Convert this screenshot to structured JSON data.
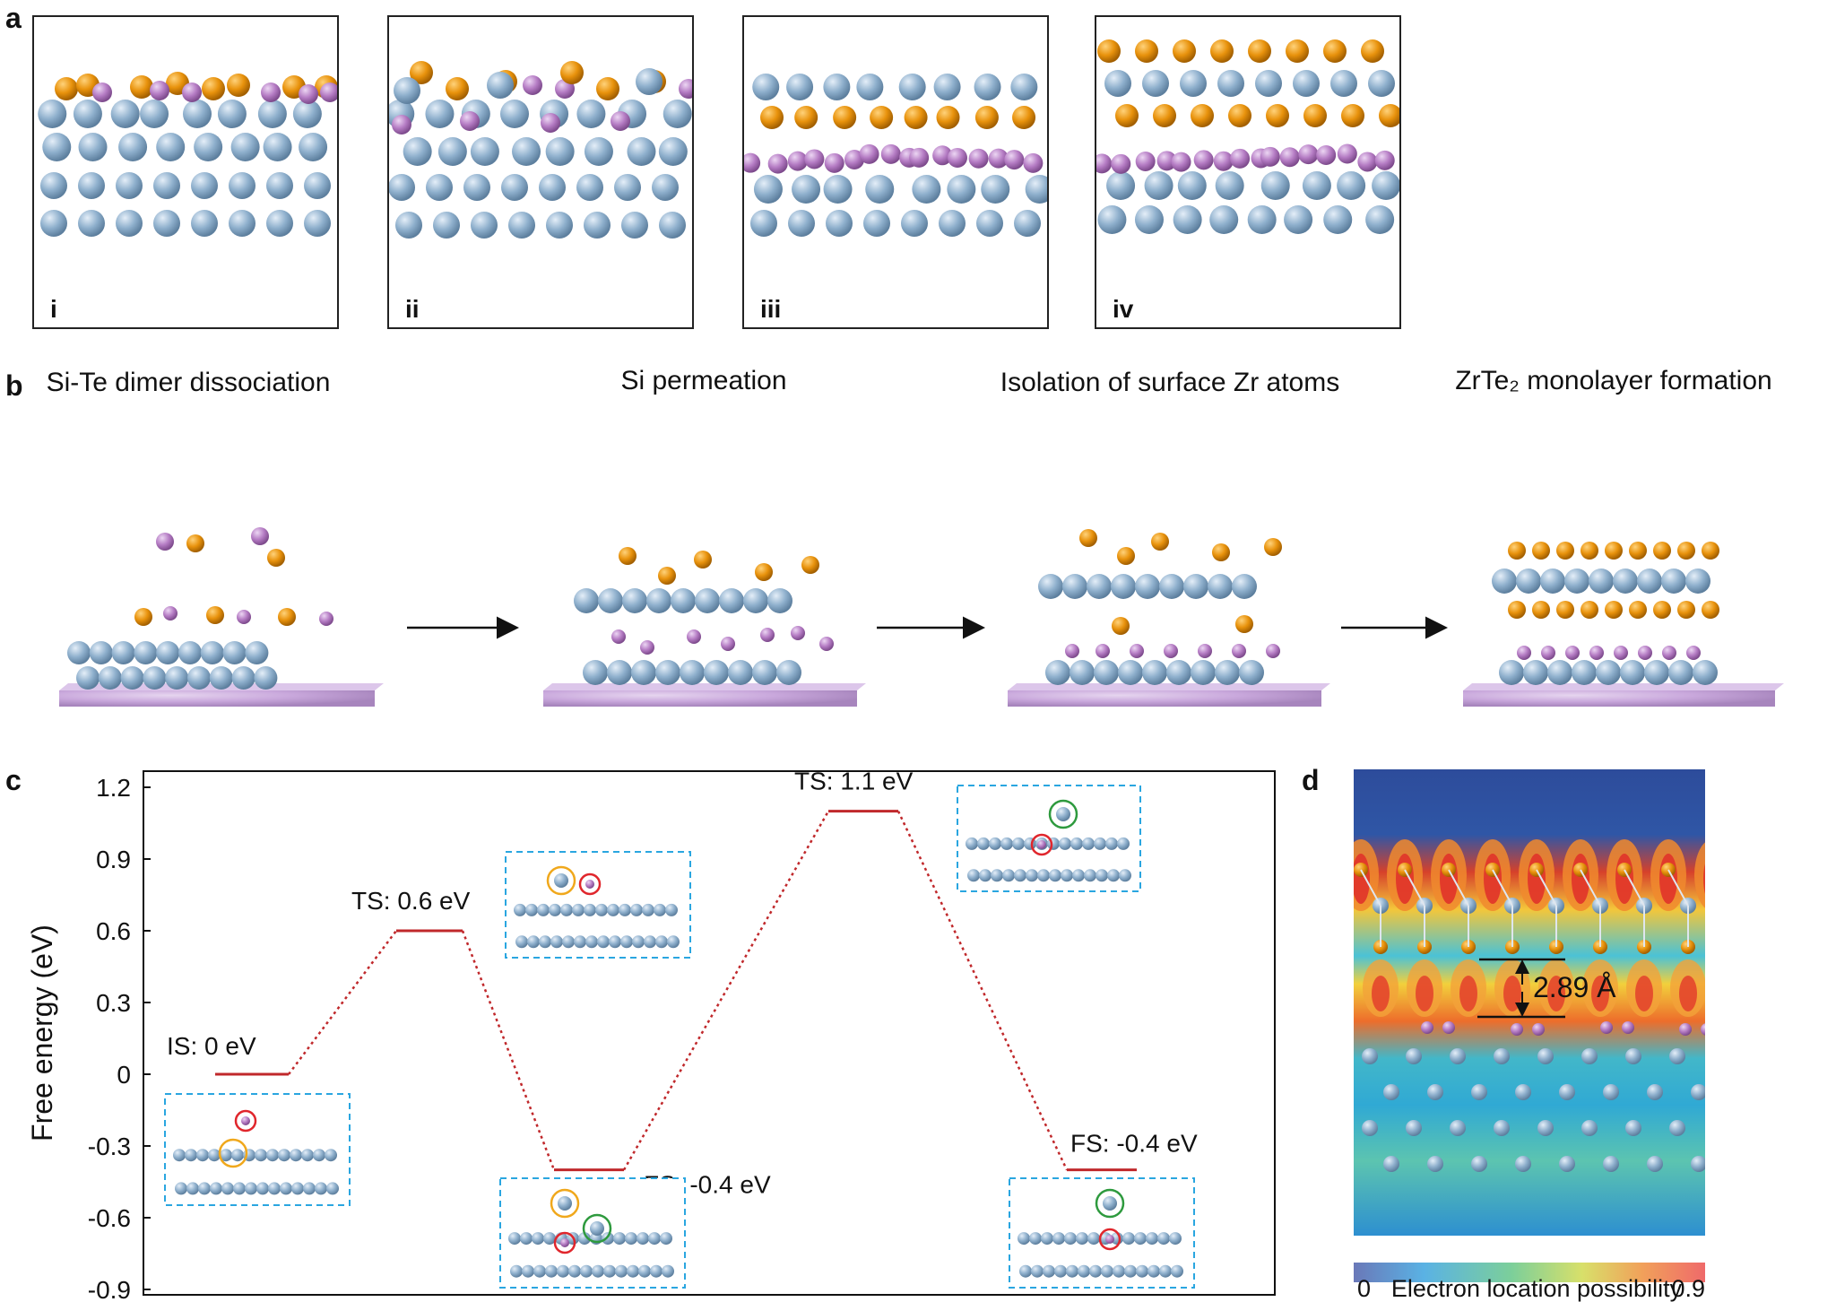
{
  "panels": {
    "a": {
      "label": "a",
      "subpanels": [
        "i",
        "ii",
        "iii",
        "iv"
      ]
    },
    "b": {
      "label": "b",
      "steps": [
        "Si-Te dimer dissociation",
        "Si permeation",
        "Isolation of surface Zr atoms",
        "ZrTe₂ monolayer formation"
      ]
    },
    "c": {
      "label": "c",
      "chart_data": {
        "type": "line",
        "ylabel": "Free energy (eV)",
        "ylim": [
          -0.9,
          1.2
        ],
        "yticks": [
          "1.2",
          "0.9",
          "0.6",
          "0.3",
          "0",
          "-0.3",
          "-0.6",
          "-0.9"
        ],
        "states": [
          {
            "label": "IS: 0 eV",
            "value": 0.0
          },
          {
            "label": "TS: 0.6 eV",
            "value": 0.6
          },
          {
            "label": "FS: -0.4 eV",
            "value": -0.4
          },
          {
            "label": "TS: 1.1 eV",
            "value": 1.1
          },
          {
            "label": "FS: -0.4 eV",
            "value": -0.4
          }
        ]
      }
    },
    "d": {
      "label": "d",
      "distance_label": "2.89 Å",
      "colorbar": {
        "min": "0",
        "max": "0.9",
        "title": "Electron location possibility"
      }
    }
  },
  "colors": {
    "zr": "#8fb0cd",
    "te": "#e8920c",
    "si": "#b57cc4",
    "level": "#c0282b",
    "inset_border": "#2aa6e0"
  }
}
